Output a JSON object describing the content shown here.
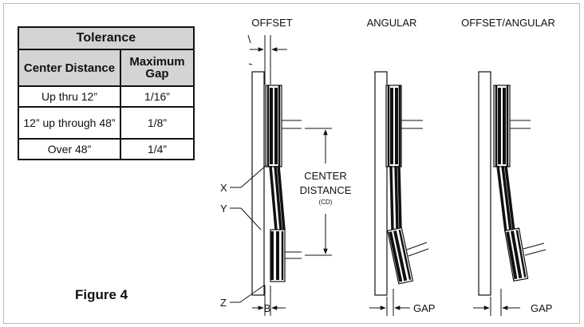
{
  "table": {
    "title": "Tolerance",
    "col1_header": "Center Distance",
    "col2_header": "Maximum Gap",
    "rows": [
      {
        "cd": "Up thru 12”",
        "gap": "1/16”"
      },
      {
        "cd": "12” up through 48”",
        "gap": "1/8”"
      },
      {
        "cd": "Over 48”",
        "gap": "1/4”"
      }
    ]
  },
  "figure_caption": "Figure 4",
  "diagram": {
    "headings": {
      "offset": "OFFSET",
      "angular": "ANGULAR",
      "offset_angular": "OFFSET/ANGULAR"
    },
    "center_distance_line1": "CENTER",
    "center_distance_line2": "DISTANCE",
    "center_distance_abbr": "(CD)",
    "label_x": "X",
    "label_y": "Y",
    "label_z": "Z",
    "label_b": "B",
    "gap_label": "GAP"
  }
}
